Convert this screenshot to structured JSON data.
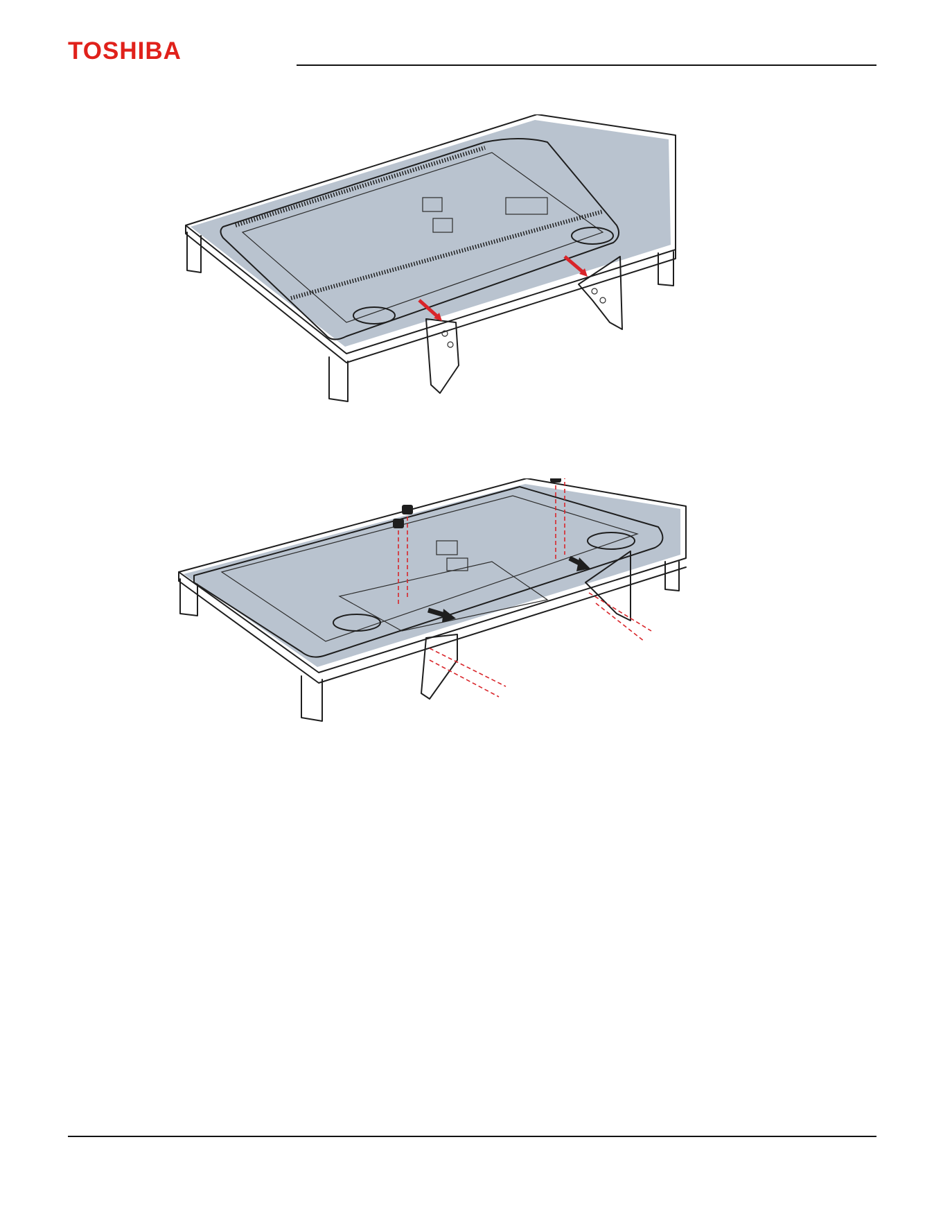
{
  "header": {
    "brand": "TOSHIBA",
    "brand_color": "#e0211b",
    "rule_color": "#111111"
  },
  "figures": [
    {
      "id": "figure-1",
      "depicts": "remove-stand-illustration",
      "arrow_color": "#d9252a"
    },
    {
      "id": "figure-2",
      "depicts": "attach-stand-with-screws-illustration",
      "arrow_color": "#1e1e1e",
      "guide_color": "#d9252a"
    }
  ],
  "colors": {
    "table_cloth": "#b9c3cf",
    "outline": "#1e1e1e",
    "panel_fill": "#ffffff"
  }
}
